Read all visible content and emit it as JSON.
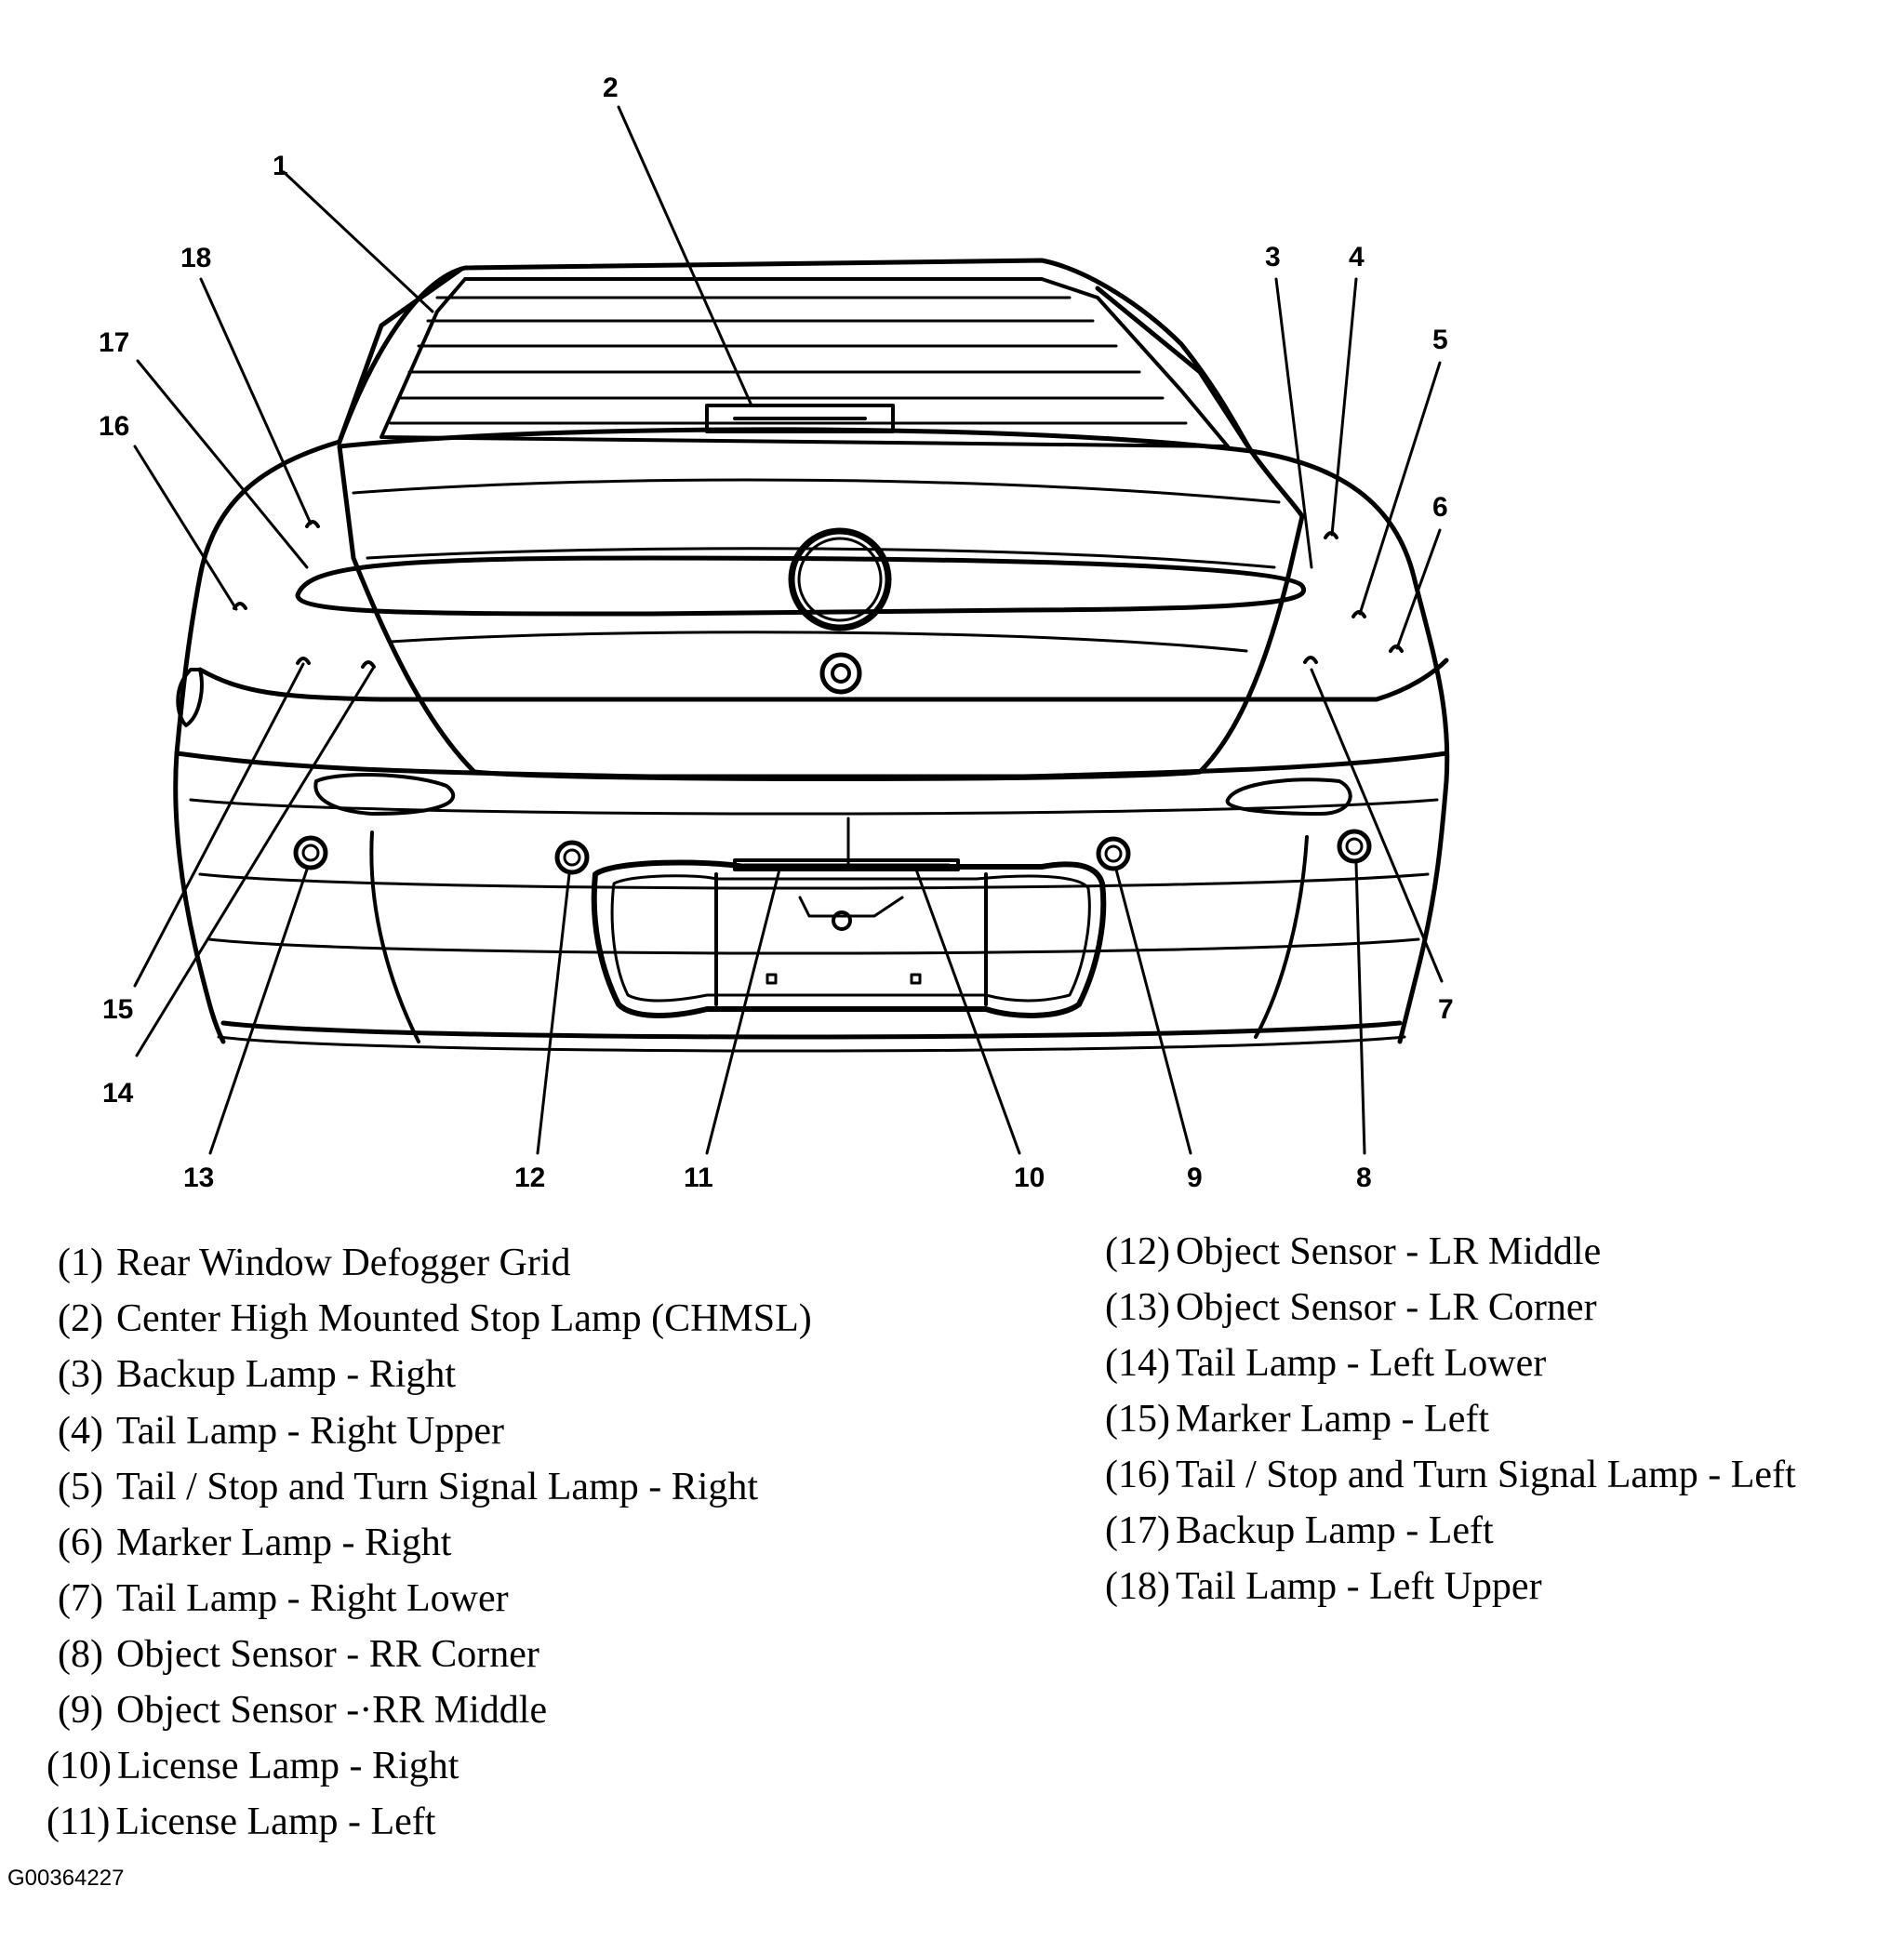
{
  "figure_id": "G00364227",
  "callouts": [
    "1",
    "2",
    "3",
    "4",
    "5",
    "6",
    "7",
    "8",
    "9",
    "10",
    "11",
    "12",
    "13",
    "14",
    "15",
    "16",
    "17",
    "18"
  ],
  "legend_left": [
    {
      "num": "(1)",
      "text": "Rear Window Defogger Grid"
    },
    {
      "num": "(2)",
      "text": "Center High Mounted Stop Lamp (CHMSL)"
    },
    {
      "num": "(3)",
      "text": "Backup Lamp - Right"
    },
    {
      "num": "(4)",
      "text": "Tail Lamp - Right Upper"
    },
    {
      "num": "(5)",
      "text": "Tail / Stop and Turn Signal Lamp - Right"
    },
    {
      "num": "(6)",
      "text": "Marker Lamp - Right"
    },
    {
      "num": "(7)",
      "text": "Tail Lamp - Right Lower"
    },
    {
      "num": "(8)",
      "text": "Object Sensor - RR Corner"
    },
    {
      "num": "(9)",
      "text": "Object Sensor -·RR Middle"
    },
    {
      "num": "(10)",
      "text": "License Lamp - Right"
    },
    {
      "num": "(11)",
      "text": "License Lamp - Left"
    }
  ],
  "legend_right": [
    {
      "num": "(12)",
      "text": "Object Sensor - LR Middle"
    },
    {
      "num": "(13)",
      "text": "Object Sensor - LR Corner"
    },
    {
      "num": "(14)",
      "text": "Tail Lamp - Left Lower"
    },
    {
      "num": "(15)",
      "text": "Marker Lamp - Left"
    },
    {
      "num": "(16)",
      "text": "Tail / Stop and Turn Signal Lamp - Left"
    },
    {
      "num": "(17)",
      "text": "Backup Lamp - Left"
    },
    {
      "num": "(18)",
      "text": "Tail Lamp - Left Upper"
    }
  ]
}
